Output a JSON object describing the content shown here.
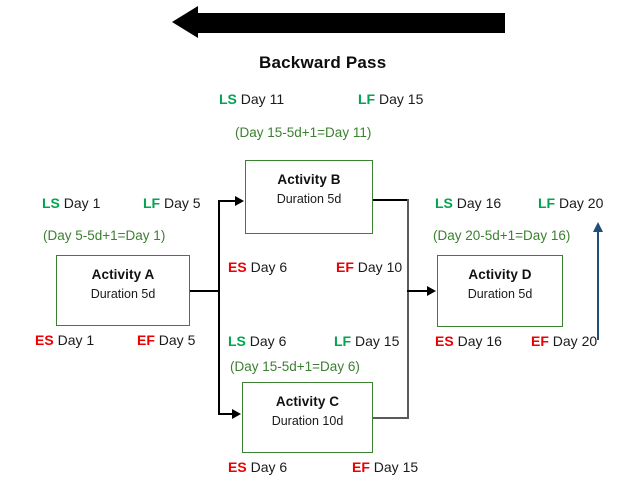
{
  "diagram": {
    "heading": "Backward Pass",
    "arrow_direction_icon": "left-arrow-icon",
    "colors": {
      "box_border_green": "#3c8031",
      "formula_green": "#3c8031",
      "code_green": "#00a550",
      "code_red": "#ee0000",
      "connector_black": "#000000",
      "connector_grey": "#5a5a5a",
      "navy_arrow": "#1f4e79"
    }
  },
  "activities": [
    {
      "id": "a",
      "title": "Activity A",
      "duration": "Duration 5d",
      "formula": "(Day 5-5d+1=Day 1)",
      "ls": {
        "code": "LS",
        "value": "Day 1"
      },
      "lf": {
        "code": "LF",
        "value": "Day 5"
      },
      "es": {
        "code": "ES",
        "value": "Day 1"
      },
      "ef": {
        "code": "EF",
        "value": "Day 5"
      }
    },
    {
      "id": "b",
      "title": "Activity B",
      "duration": "Duration 5d",
      "formula": "(Day 15-5d+1=Day 11)",
      "ls": {
        "code": "LS",
        "value": "Day 11"
      },
      "lf": {
        "code": "LF",
        "value": "Day 15"
      },
      "es": {
        "code": "ES",
        "value": "Day 6"
      },
      "ef": {
        "code": "EF",
        "value": "Day 10"
      }
    },
    {
      "id": "c",
      "title": "Activity C",
      "duration": "Duration 10d",
      "formula": "(Day 15-5d+1=Day 6)",
      "ls": {
        "code": "LS",
        "value": "Day 6"
      },
      "lf": {
        "code": "LF",
        "value": "Day 15"
      },
      "es": {
        "code": "ES",
        "value": "Day 6"
      },
      "ef": {
        "code": "EF",
        "value": "Day 15"
      }
    },
    {
      "id": "d",
      "title": "Activity D",
      "duration": "Duration 5d",
      "formula": "(Day 20-5d+1=Day 16)",
      "ls": {
        "code": "LS",
        "value": "Day 16"
      },
      "lf": {
        "code": "LF",
        "value": "Day 20"
      },
      "es": {
        "code": "ES",
        "value": "Day 16"
      },
      "ef": {
        "code": "EF",
        "value": "Day 20"
      }
    }
  ]
}
